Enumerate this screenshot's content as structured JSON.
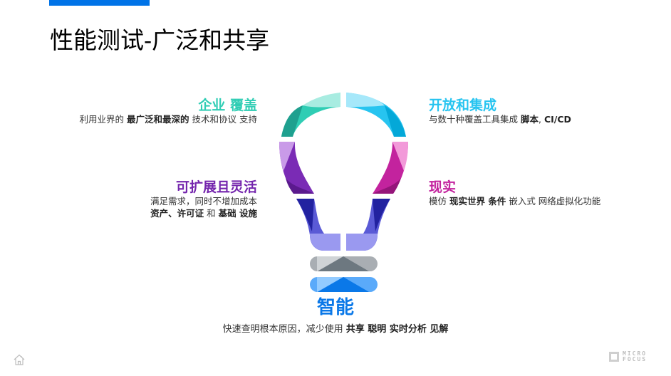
{
  "page": {
    "title": "性能测试-广泛和共享",
    "accent_color": "#0073e7"
  },
  "features": [
    {
      "heading": "企业 覆盖",
      "color": "#2fcdb4",
      "description_parts": [
        {
          "text": "利用业界的 ",
          "bold": false
        },
        {
          "text": "最广泛和最深的",
          "bold": true
        },
        {
          "text": " 技术和协议 支持",
          "bold": false
        }
      ]
    },
    {
      "heading": "可扩展且灵活",
      "color": "#7425ad",
      "line1": "满足需求，同时不增加成本",
      "line2_parts": [
        {
          "text": "资产、许可证",
          "bold": true
        },
        {
          "text": " 和 ",
          "bold": false
        },
        {
          "text": "基础 设施",
          "bold": true
        }
      ]
    },
    {
      "heading": "开放和集成",
      "color": "#27c4f0",
      "description_parts": [
        {
          "text": "与数十种覆盖工具集成 ",
          "bold": false
        },
        {
          "text": "脚本",
          "bold": true
        },
        {
          "text": ", ",
          "bold": false
        },
        {
          "text": "CI/CD",
          "bold": true
        }
      ]
    },
    {
      "heading": "现实",
      "color": "#c3239e",
      "description_parts": [
        {
          "text": "模仿 ",
          "bold": false
        },
        {
          "text": "现实世界 条件",
          "bold": true
        },
        {
          "text": " 嵌入式 网络虚拟化功能",
          "bold": false
        }
      ]
    },
    {
      "heading": "智能",
      "color": "#0a78e8",
      "description_parts": [
        {
          "text": "快速查明根本原因，减少使用 ",
          "bold": false
        },
        {
          "text": "共享 聪明 实时分析 见解",
          "bold": true
        }
      ]
    }
  ],
  "footer": {
    "home_icon": "home-icon",
    "logo_line1": "MICRO",
    "logo_line2": "FOCUS"
  }
}
